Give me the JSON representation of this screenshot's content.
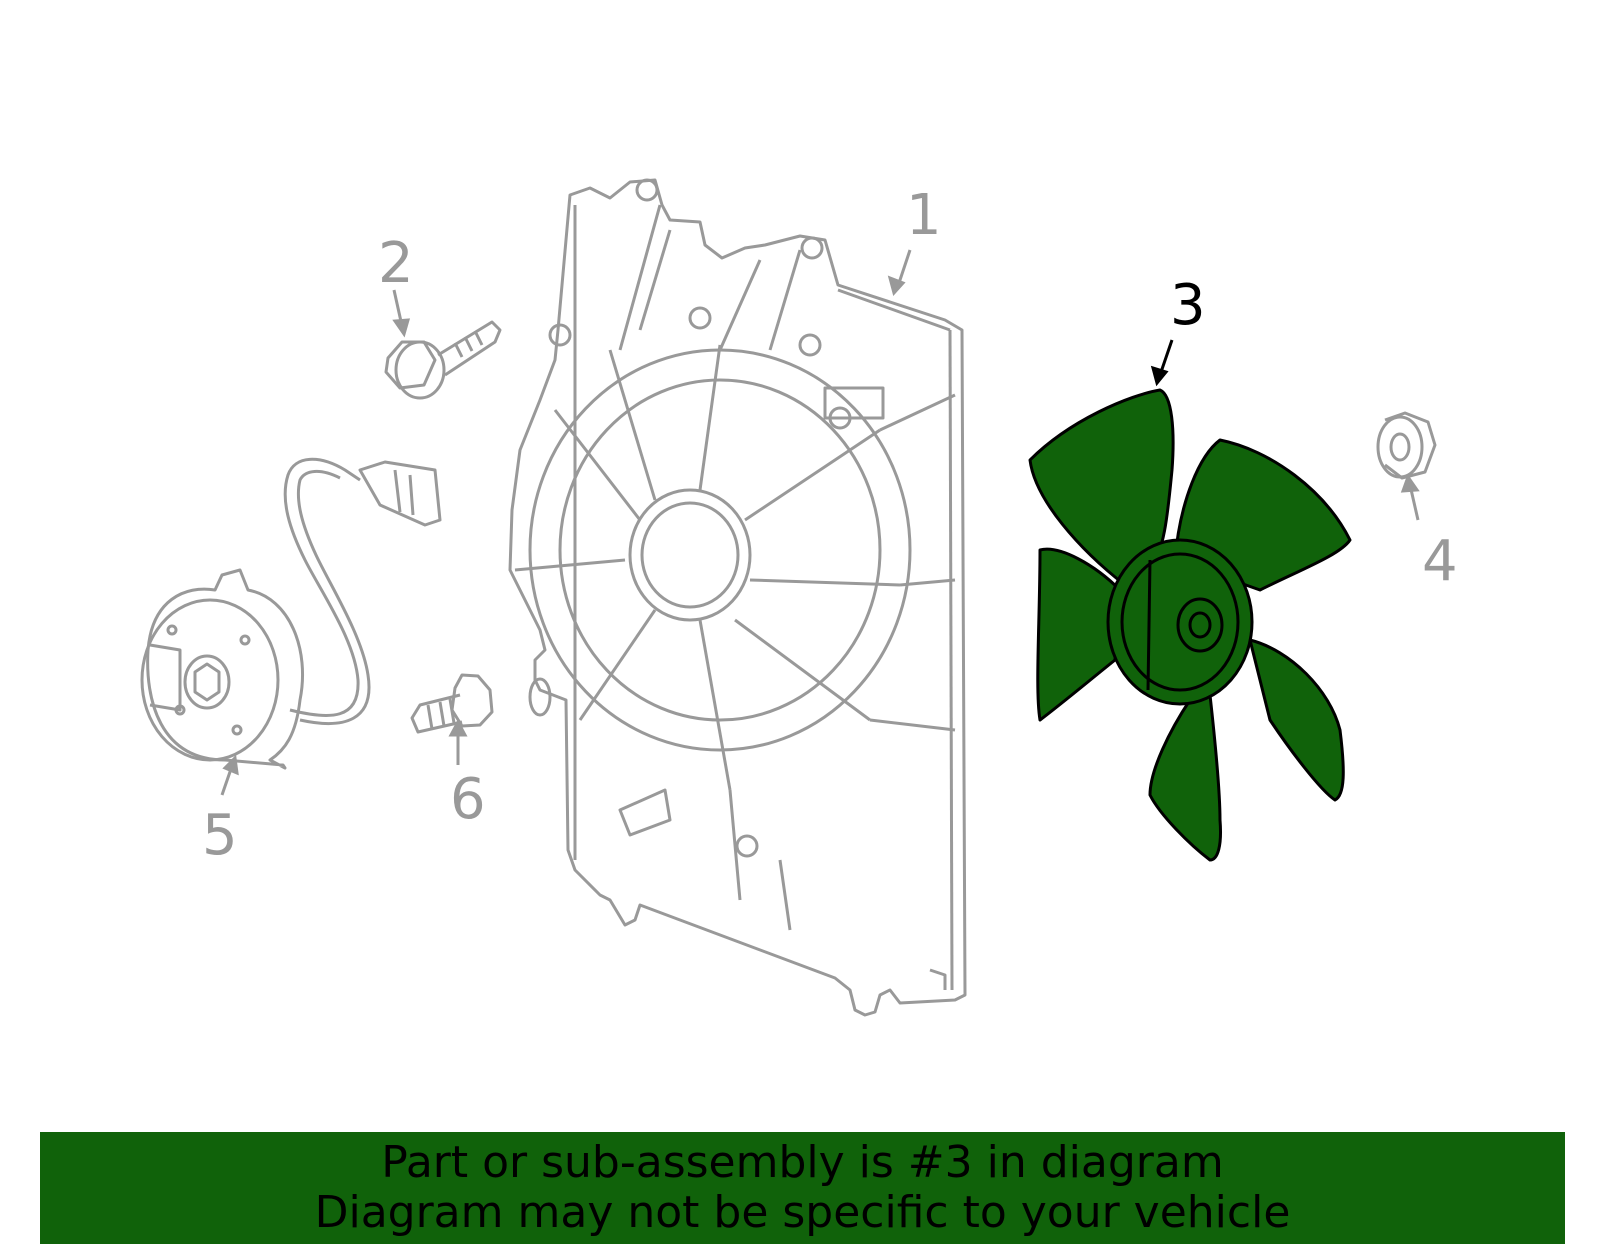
{
  "labels": {
    "part_1": "1",
    "part_2": "2",
    "part_3": "3",
    "part_4": "4",
    "part_5": "5",
    "part_6": "6"
  },
  "highlight_part": "3",
  "banner": {
    "line1": "Part or sub-assembly is #3 in diagram",
    "line2": "Diagram may not be specific to your vehicle"
  },
  "colors": {
    "banner": "#10620a",
    "highlight_fill": "#10620a",
    "outline": "#999999",
    "highlight_stroke": "#000000"
  }
}
